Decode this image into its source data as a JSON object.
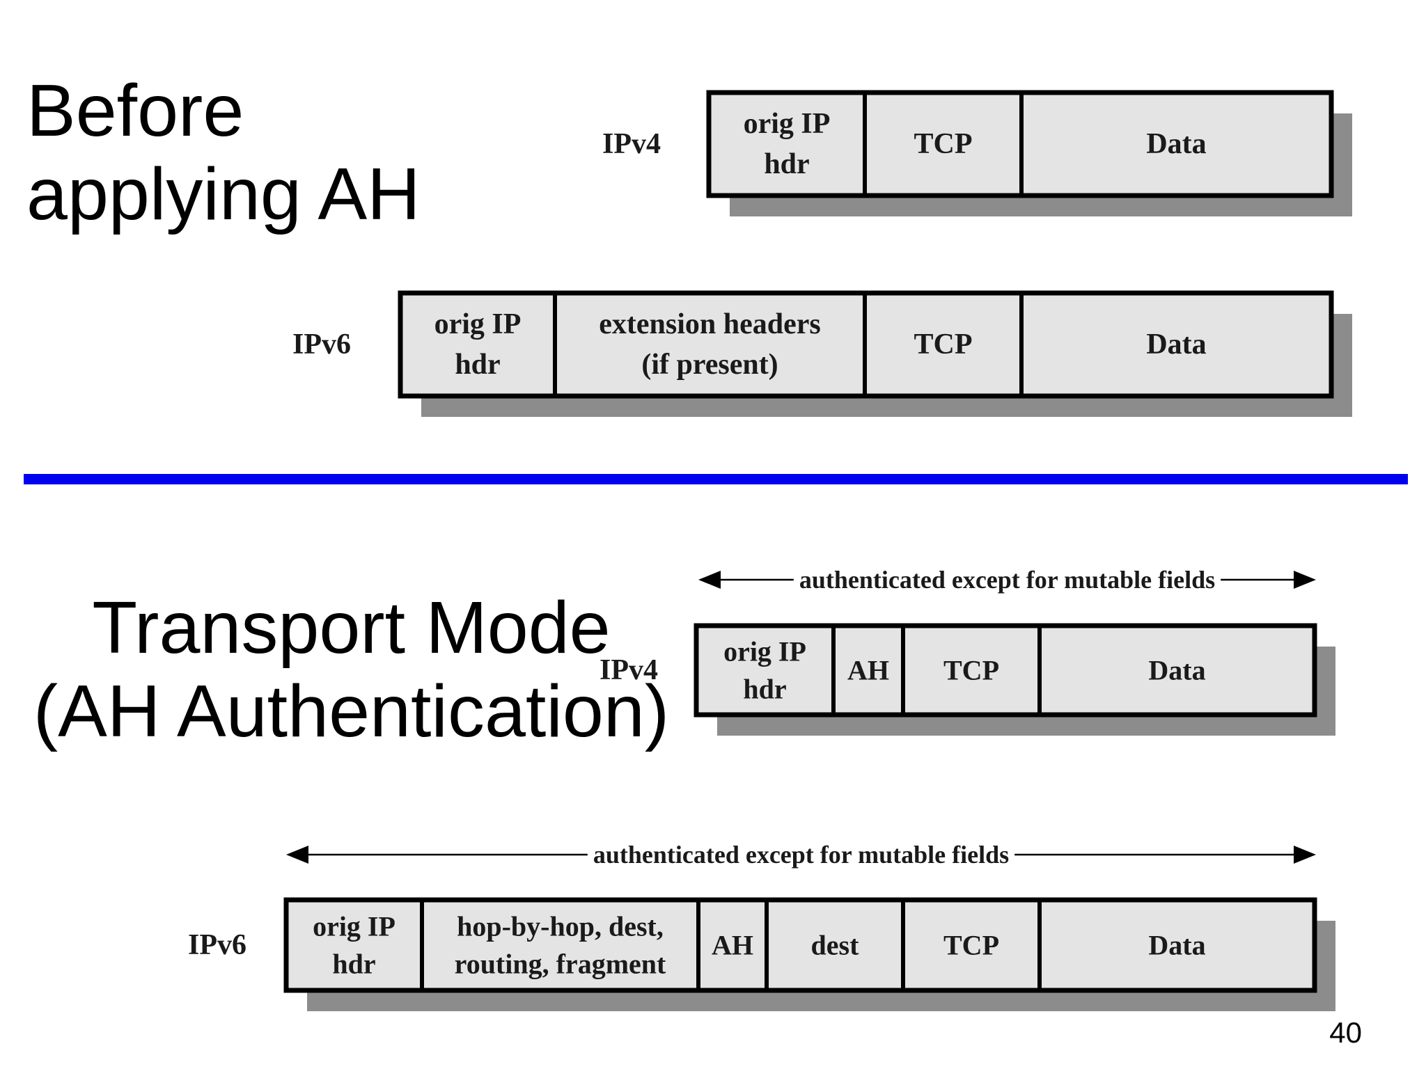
{
  "slide": {
    "title_before": [
      "Before",
      "applying AH"
    ],
    "title_transport": [
      "Transport Mode",
      "(AH Authentication)"
    ],
    "page_number": "40"
  },
  "colors": {
    "divider": "#0000f0",
    "cell_fill": "#e4e4e4",
    "cell_border": "#000000",
    "shadow": "#8c8c8c"
  },
  "diagrams": {
    "before_ipv4": {
      "label": "IPv4",
      "cells": [
        [
          "orig IP",
          "hdr"
        ],
        [
          "TCP"
        ],
        [
          "Data"
        ]
      ]
    },
    "before_ipv6": {
      "label": "IPv6",
      "cells": [
        [
          "orig IP",
          "hdr"
        ],
        [
          "extension headers",
          "(if present)"
        ],
        [
          "TCP"
        ],
        [
          "Data"
        ]
      ]
    },
    "transport_ipv4": {
      "label": "IPv4",
      "arrow_label": "authenticated except for mutable fields",
      "cells": [
        [
          "orig IP",
          "hdr"
        ],
        [
          "AH"
        ],
        [
          "TCP"
        ],
        [
          "Data"
        ]
      ]
    },
    "transport_ipv6": {
      "label": "IPv6",
      "arrow_label": "authenticated except for mutable fields",
      "cells": [
        [
          "orig IP",
          "hdr"
        ],
        [
          "hop-by-hop, dest,",
          "routing, fragment"
        ],
        [
          "AH"
        ],
        [
          "dest"
        ],
        [
          "TCP"
        ],
        [
          "Data"
        ]
      ]
    }
  }
}
